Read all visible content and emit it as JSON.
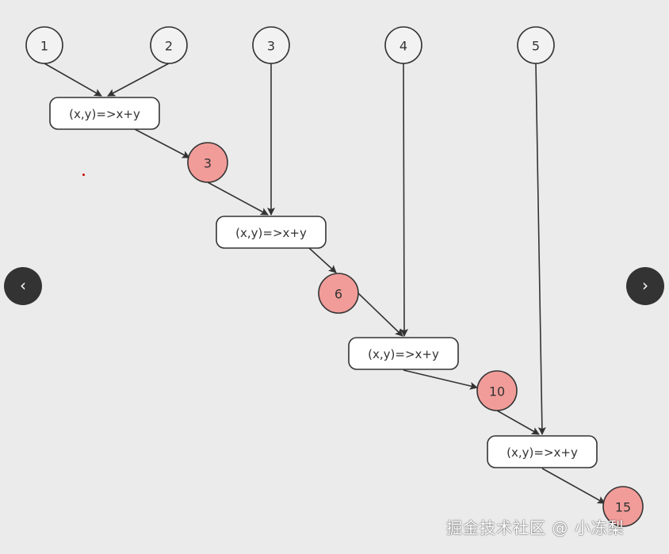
{
  "colors": {
    "background": "#ebebeb",
    "input_fill": "#f2f2f2",
    "result_fill": "#f19c99",
    "box_fill": "#ffffff",
    "stroke": "#333333",
    "nav_bg": "#333333"
  },
  "diagram": {
    "inputs": [
      {
        "id": "in1",
        "label": "1"
      },
      {
        "id": "in2",
        "label": "2"
      },
      {
        "id": "in3",
        "label": "3"
      },
      {
        "id": "in4",
        "label": "4"
      },
      {
        "id": "in5",
        "label": "5"
      }
    ],
    "reducers": [
      {
        "id": "r1",
        "label": "(x,y)=>x+y"
      },
      {
        "id": "r2",
        "label": "(x,y)=>x+y"
      },
      {
        "id": "r3",
        "label": "(x,y)=>x+y"
      },
      {
        "id": "r4",
        "label": "(x,y)=>x+y"
      }
    ],
    "results": [
      {
        "id": "res1",
        "label": "3"
      },
      {
        "id": "res2",
        "label": "6"
      },
      {
        "id": "res3",
        "label": "10"
      },
      {
        "id": "res4",
        "label": "15"
      }
    ],
    "edges": [
      {
        "from": "in1",
        "to": "r1"
      },
      {
        "from": "in2",
        "to": "r1"
      },
      {
        "from": "r1",
        "to": "res1"
      },
      {
        "from": "res1",
        "to": "r2"
      },
      {
        "from": "in3",
        "to": "r2"
      },
      {
        "from": "r2",
        "to": "res2"
      },
      {
        "from": "res2",
        "to": "r3"
      },
      {
        "from": "in4",
        "to": "r3"
      },
      {
        "from": "r3",
        "to": "res3"
      },
      {
        "from": "res3",
        "to": "r4"
      },
      {
        "from": "in5",
        "to": "r4"
      },
      {
        "from": "r4",
        "to": "res4"
      }
    ]
  },
  "nav": {
    "prev_icon": "‹",
    "next_icon": "›"
  },
  "watermark": "掘金技术社区 @ 小冻梨"
}
